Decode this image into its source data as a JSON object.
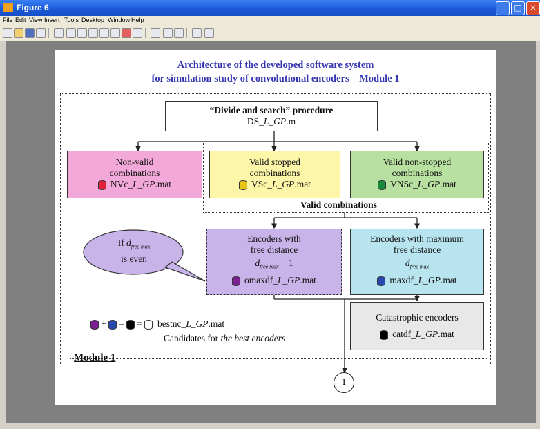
{
  "window": {
    "title": "Figure 6",
    "buttons": {
      "minimize": "_",
      "maximize": "□",
      "close": "×"
    }
  },
  "menu": [
    "File",
    "Edit",
    "View",
    "Insert",
    "Tools",
    "Desktop",
    "Window",
    "Help"
  ],
  "toolbar_icons": [
    "new-icon",
    "open-icon",
    "save-icon",
    "print-icon",
    "pointer-icon",
    "zoom-in-icon",
    "zoom-out-icon",
    "pan-icon",
    "rotate-icon",
    "data-cursor-icon",
    "brush-icon",
    "link-icon",
    "colorbar-icon",
    "legend-icon",
    "hide-plot-tools-icon",
    "show-plot-tools-icon"
  ],
  "figure": {
    "title_line1": "Architecture of the developed software system",
    "title_line2": "for simulation study of convolutional encoders – Module 1",
    "top_box": {
      "line1": "“Divide and search” procedure",
      "file_prefix": "DS_",
      "file_var": "L_GP",
      "file_ext": ".m"
    },
    "nonvalid": {
      "line1": "Non-valid",
      "line2": "combinations",
      "file_prefix": "NVc_",
      "file_var": "L_GP",
      "file_ext": ".mat",
      "color": "#f2a8d8",
      "cyl": "#e0203a"
    },
    "stopped": {
      "line1": "Valid stopped",
      "line2": "combinations",
      "file_prefix": "VSc_",
      "file_var": "L_GP",
      "file_ext": ".mat",
      "color": "#fdf5a8",
      "cyl": "#e8c418"
    },
    "nonstopped": {
      "line1": "Valid non-stopped",
      "line2": "combinations",
      "file_prefix": "VNSc_",
      "file_var": "L_GP",
      "file_ext": ".mat",
      "color": "#b8e0a0",
      "cyl": "#1c8a3c"
    },
    "valid_label": "Valid combinations",
    "bubble": {
      "line1": "If",
      "sym": "d",
      "sub": "free max",
      "line2": "is even",
      "color": "#c8b4e8"
    },
    "omax": {
      "line1": "Encoders with",
      "line2": "free distance",
      "sym": "d",
      "sub": "free max",
      "minus": "− 1",
      "file_prefix": "omaxdf_",
      "file_var": "L_GP",
      "file_ext": ".mat",
      "color": "#c8b4e8",
      "cyl": "#7a2090"
    },
    "maxdf": {
      "line1": "Encoders with maximum",
      "line2": "free distance",
      "sym": "d",
      "sub": "free max",
      "file_prefix": "maxdf_",
      "file_var": "L_GP",
      "file_ext": ".mat",
      "color": "#b8e4f0",
      "cyl": "#2848b0"
    },
    "catastrophic": {
      "line1": "Catastrophic encoders",
      "file_prefix": "catdf_",
      "file_var": "L_GP",
      "file_ext": ".mat",
      "color": "#e8e8e8",
      "cyl": "#000000"
    },
    "formula": {
      "plus": "+",
      "minus": "–",
      "equals": "=",
      "file": "bestnc_",
      "file_var": "L_GP",
      "file_ext": ".mat",
      "caption_a": "Candidates for ",
      "caption_b": "the best encoders"
    },
    "module_label": "Module 1",
    "connector": "1"
  }
}
